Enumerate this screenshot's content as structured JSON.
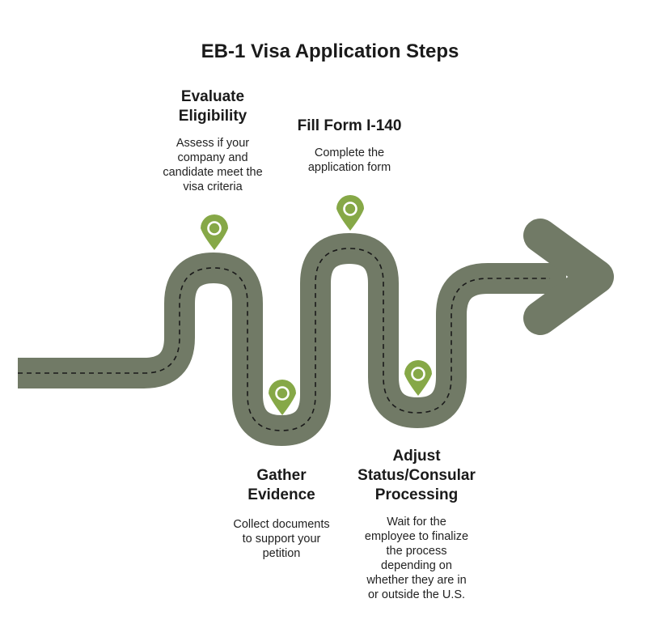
{
  "title": "EB-1 Visa Application Steps",
  "colors": {
    "road": "#717a66",
    "marker": "#86a847",
    "dashes": "#1a1a1a"
  },
  "steps": [
    {
      "title_lines": [
        "Evaluate",
        "Eligibility"
      ],
      "description_lines": [
        "Assess if your",
        "company and",
        "candidate meet the",
        "visa criteria"
      ],
      "marker_icon": "location-pin-icon"
    },
    {
      "title_lines": [
        "Gather",
        "Evidence"
      ],
      "description_lines": [
        "Collect documents",
        "to support your",
        "petition"
      ],
      "marker_icon": "location-pin-icon"
    },
    {
      "title_lines": [
        "Fill Form I-140"
      ],
      "description_lines": [
        "Complete the",
        "application form"
      ],
      "marker_icon": "location-pin-icon"
    },
    {
      "title_lines": [
        "Adjust",
        "Status/Consular",
        "Processing"
      ],
      "description_lines": [
        "Wait for the",
        "employee to finalize",
        "the process",
        "depending on",
        "whether they are in",
        "or outside the U.S."
      ],
      "marker_icon": "location-pin-icon"
    }
  ]
}
